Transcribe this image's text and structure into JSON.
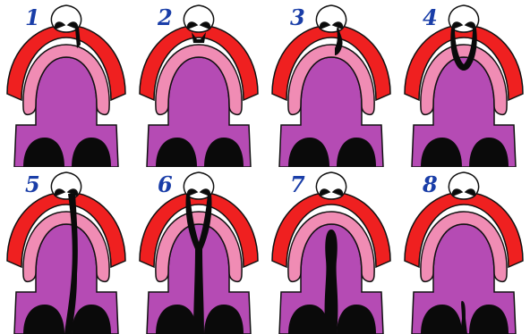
{
  "colors": {
    "lip": "#ef2020",
    "gum": "#f08cb4",
    "palate": "#b54bb4",
    "cleft": "#0a0a0a",
    "outline": "#111111",
    "number": "#1a3ea8"
  },
  "panels": [
    {
      "label": "1",
      "cleft_type": "lip-left-partial"
    },
    {
      "label": "2",
      "cleft_type": "lip-notch-center"
    },
    {
      "label": "3",
      "cleft_type": "lip-and-alveolus-curved"
    },
    {
      "label": "4",
      "cleft_type": "bilateral-lip-and-alveolus-loop"
    },
    {
      "label": "5",
      "cleft_type": "unilateral-complete"
    },
    {
      "label": "6",
      "cleft_type": "bilateral-complete"
    },
    {
      "label": "7",
      "cleft_type": "palate-only"
    },
    {
      "label": "8",
      "cleft_type": "soft-palate-uvula"
    }
  ]
}
